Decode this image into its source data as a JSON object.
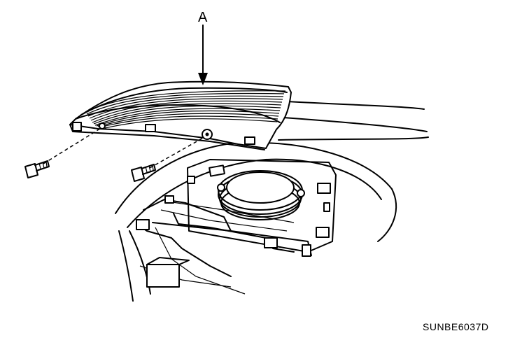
{
  "diagram": {
    "callout_label": "A",
    "figure_code": "SUNBE6037D",
    "colors": {
      "line": "#000000",
      "background": "#ffffff"
    },
    "parts": [
      "speaker-grille-cover",
      "mounting-screw",
      "mounting-screw",
      "speaker",
      "dashboard-panel"
    ]
  }
}
